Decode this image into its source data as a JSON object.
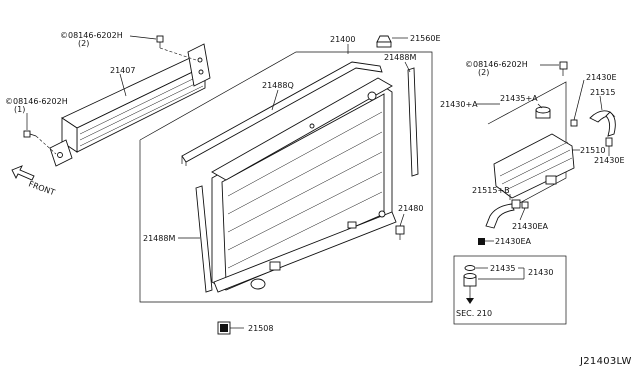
{
  "diagram_id": "J21403LW",
  "front_label": "FRONT",
  "section_ref": "SEC. 210",
  "parts": {
    "bolt_top_left": "©08146-6202H",
    "bolt_top_left_qty": "(2)",
    "bolt_mid_left": "©08146-6202H",
    "bolt_mid_left_qty": "(1)",
    "bolt_right": "©08146-6202H",
    "bolt_right_qty": "(2)",
    "p21407": "21407",
    "p21400": "21400",
    "p21560E": "21560E",
    "p21488M_top": "21488M",
    "p21488Q": "21488Q",
    "p21488M_left": "21488M",
    "p21480": "21480",
    "p21508": "21508",
    "p21430E_top": "21430E",
    "p21515": "21515",
    "p21430_plus_A": "21430+A",
    "p21435_plus_A": "21435+A",
    "p21510": "21510",
    "p21430E_right": "21430E",
    "p21515_plus_B": "21515+B",
    "p21430EA_1": "21430EA",
    "p21430EA_2": "21430EA",
    "p21435": "21435",
    "p21430": "21430"
  }
}
